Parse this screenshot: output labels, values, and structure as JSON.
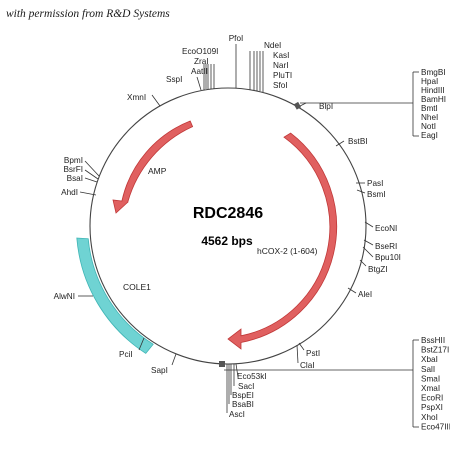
{
  "credit": "with permission from R&D Systems",
  "plasmid": {
    "name": "RDC2846",
    "size": "4562 bps"
  },
  "features": {
    "amp": "AMP",
    "cole1": "COLE1",
    "insert": "hCOX-2 (1-604)"
  },
  "colors": {
    "cole1": "#6fd3d3",
    "arrow": "#e06060",
    "arrow_stroke": "#c03838",
    "backbone": "#444444"
  },
  "sites": {
    "PfoI": "PfoI",
    "EcoO109I": "EcoO109I",
    "ZraI": "ZraI",
    "AatII": "AatII",
    "SspI": "SspI",
    "NdeI": "NdeI",
    "KasI": "KasI",
    "NarI": "NarI",
    "PluTI": "PluTI",
    "SfoI": "SfoI",
    "XmnI": "XmnI",
    "BlpI": "BlpI",
    "BstBI": "BstBI",
    "PasI": "PasI",
    "BsmI": "BsmI",
    "EcoNI": "EcoNI",
    "BseRI": "BseRI",
    "Bpu10I": "Bpu10I",
    "BtgZI": "BtgZI",
    "AleI": "AleI",
    "PstI": "PstI",
    "ClaI": "ClaI",
    "Eco53kI": "Eco53kI",
    "SacI": "SacI",
    "BspEI": "BspEI",
    "BsaBI": "BsaBI",
    "AscI": "AscI",
    "SapI": "SapI",
    "PciI": "PciI",
    "AlwNI": "AlwNI",
    "AhdI": "AhdI",
    "BsaI": "BsaI",
    "BsrFI": "BsrFI",
    "BpmI": "BpmI"
  },
  "mcs_top": [
    "BmgBI",
    "HpaI",
    "HindIII",
    "BamHI",
    "BmtI",
    "NheI",
    "NotI",
    "EagI"
  ],
  "mcs_bottom": [
    "BssHII",
    "BstZ17I",
    "XbaI",
    "SalI",
    "SmaI",
    "XmaI",
    "EcoRI",
    "PspXI",
    "XhoI",
    "Eco47III"
  ]
}
